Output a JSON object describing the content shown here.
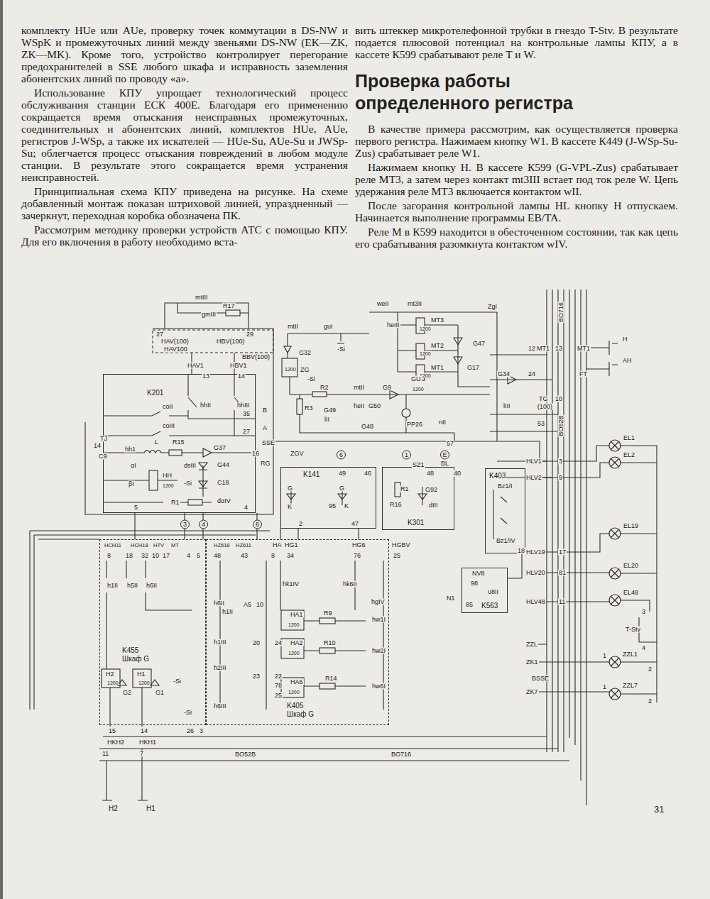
{
  "diagram": {
    "title": "Проверка работы определенного регистра",
    "nodes": [
      {
        "text": [
          "K201"
        ]
      },
      {
        "text": [
          "K141"
        ]
      },
      {
        "text": [
          "K301"
        ]
      },
      {
        "text": [
          "K403"
        ]
      },
      {
        "text": [
          "K563"
        ]
      },
      {
        "text": [
          "K455 Шкаф G"
        ]
      },
      {
        "text": [
          "K405 Шкаф G"
        ]
      }
    ],
    "edges": [
      {
        "from": 0,
        "to": 5,
        "arrow": "none"
      },
      {
        "from": 1,
        "to": 6,
        "arrow": "none"
      },
      {
        "from": 3,
        "to": 4,
        "arrow": "none"
      }
    ],
    "labels": [
      "комплекту HUe или AUe, проверку точек коммутации в DS-NW и WSpK и промежуточных линий между звеньями DS-NW (EK—ZK, ZK—MK). Кроме того, устройство контролирует перегорание предохранителей в SSE любого шкафа и исправность заземления абонентских линий по проводу «а».",
      "Использование КПУ упрощает технологический процесс обслуживания станции ЕСК 400Е. Благодаря его применению сокращается время отыскания неисправных промежуточных, соединительных и абонентских линий, комплектов HUe, AUe, регистров J-WSp, а также их искателей — HUe-Su, AUe-Su и JWSp-Su; облегчается процесс отыскания повреждений в любом модуле станции. В результате этого сокращается время устранения неисправностей.",
      "Принципиальная схема КПУ приведена на рисунке. На схеме добавленный монтаж показан штриховой линией, упраздненный — зачеркнут, переходная коробка обозначена ПК.",
      "Рассмотрим методику проверки устройств АТС с помощью КПУ. Для его включения в работу необходимо вста-",
      "вить штеккер микротелефонной трубки в гнездо T-Stv. В результате подается плюсовой потенциал на контрольные лампы КПУ, а в кассете К599 срабатывают реле T и W.",
      "В качестве примера рассмотрим, как осуществляется проверка первого регистра. Нажимаем кнопку W1. В кассете К449 (J-WSp-Su-Zus) срабатывает реле W1.",
      "Нажимаем кнопку H. В кассете К599 (G-VPL-Zus) срабатывает реле MT3, а затем через контакт mt3III встает под ток реле W. Цепь удержания реле MT3 включается контактом wII.",
      "После загорания контрольной лампы HL кнопку H отпускаем. Начинается выполнение программы EB/TA.",
      "Реле M в К599 находится в обесточенном состоянии, так как цепь его срабатывания разомкнута контактом wIV.",
      "mtIII",
      "gmIII",
      "R17",
      "27",
      "29",
      "HAV(100)",
      "HBV(100)",
      "HAV100",
      "BBV(100)",
      "HAV1",
      "HBV1",
      "13",
      "14",
      "coII",
      "hhII",
      "hhIII",
      "coIII",
      "35",
      "B",
      "27",
      "A",
      "TJ",
      "14",
      "C9",
      "hh1",
      "L",
      "R15",
      "G37",
      "16",
      "SSE",
      "ZGV",
      "RG",
      "dsIII",
      "G44",
      "αI",
      "βI",
      "HH",
      "1200",
      "-Si",
      "C18",
      "R1",
      "dαIV",
      "5",
      "4",
      "mtII",
      "guI",
      "weII",
      "mt3II",
      "heIII",
      "MT3",
      "1200",
      "ZgI",
      "MT2",
      "1200",
      "G47",
      "MT1",
      "1200",
      "G17",
      "-Si",
      "G32",
      "1200",
      "ZG",
      "-Si",
      "R2",
      "mtII",
      "G9",
      "GU",
      "1200",
      "R3",
      "G49",
      "lII",
      "heII",
      "G50",
      "nII",
      "G48",
      "PP26",
      "57",
      "G34",
      "lIII",
      "12",
      "MT1",
      "13",
      "MT1",
      "24",
      "FT",
      "TG",
      "(100)",
      "10",
      "53",
      "H",
      "AH",
      "BO716",
      "BO52B",
      "6",
      "1",
      "E",
      "SZ1",
      "BL",
      "49",
      "46",
      "48",
      "40",
      "G",
      "K",
      "G",
      "95",
      "K",
      "2",
      "47",
      "R1",
      "G92",
      "R16",
      "dIII",
      "Bz1/I",
      "Bz1/IV",
      "18",
      "NV8",
      "98",
      "u8II",
      "N1",
      "85",
      "HLV1",
      "3",
      "EL1",
      "HLV2",
      "9",
      "EL2",
      "HLV19",
      "17",
      "EL19",
      "HLV20",
      "81",
      "EL20",
      "HLV48",
      "11",
      "EL48",
      "T-Stv",
      "3",
      "4",
      "ZZL",
      "ZK1",
      "1",
      "ZZL1",
      "2",
      "BSSE",
      "ZK7",
      "1",
      "ZZL7",
      "2",
      "3",
      "4",
      "8",
      "HCH11",
      "HCH18",
      "HTV",
      "MT",
      "HZ618",
      "HZ611",
      "8",
      "18",
      "32",
      "10",
      "17",
      "4",
      "5",
      "48",
      "43",
      "h1II",
      "h5II",
      "h6II",
      "h6II",
      "h1II",
      "h1III",
      "h2III",
      "h6III",
      "H2",
      "1200",
      "H1",
      "1200",
      "G2",
      "G1",
      "-Si",
      "-Si",
      "15",
      "14",
      "26",
      "3",
      "HKH2",
      "HKH1",
      "11",
      "7",
      "BO52B",
      "BO716",
      "H2",
      "H1",
      "HA",
      "HG1",
      "HG6",
      "HGBV",
      "8",
      "34",
      "76",
      "25",
      "hk1IV",
      "hk6II",
      "hgIV",
      "A5",
      "10",
      "HA1",
      "1200",
      "R9",
      "hw1I",
      "20",
      "24",
      "HA2",
      "1200",
      "R10",
      "hw2I",
      "23",
      "22",
      "HA6",
      "1200",
      "R14",
      "hw6I",
      "78",
      "25",
      "31"
    ]
  }
}
